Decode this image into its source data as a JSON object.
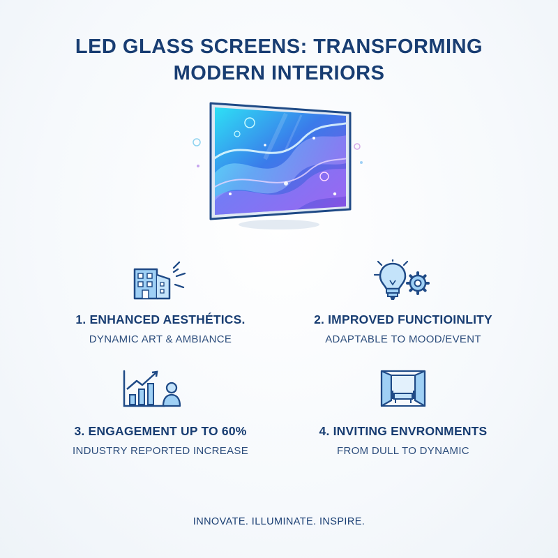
{
  "title": {
    "line1": "LED GLASS SCREENS: TRANSFORMING",
    "line2": "MODERN INTERIORS"
  },
  "features": [
    {
      "heading": "1. ENHANCED AESTHÉTICS.",
      "subtext": "DYNAMIC ART & AMBIANCE",
      "icon": "building-icon"
    },
    {
      "heading": "2. IMPROVED FUNCTIOINLITY",
      "subtext": "ADAPTABLE TO MOOD/EVENT",
      "icon": "lightbulb-gear-icon"
    },
    {
      "heading": "3. ENGAGEMENT UP TO 60%",
      "subtext": "INDUSTRY REPORTED INCREASE",
      "icon": "growth-chart-user-icon"
    },
    {
      "heading": "4. INVITING ENVRONMENTS",
      "subtext": "FROM DULL TO DYNAMIC",
      "icon": "room-interior-icon"
    }
  ],
  "tagline": "INNOVATE. ILLUMINATE. INSPIRE.",
  "colors": {
    "primary": "#183d72",
    "icon_stroke": "#1f4a86",
    "icon_fill": "#9fd0f5",
    "screen_cyan": "#33d6f7",
    "screen_purple": "#8a4de0"
  }
}
